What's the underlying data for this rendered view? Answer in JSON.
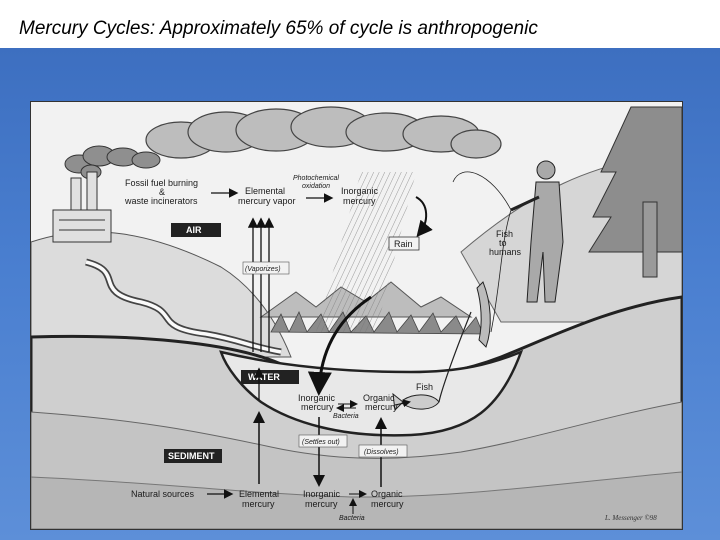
{
  "slide": {
    "title": "Mercury Cycles:  Approximately 65% of cycle is anthropogenic"
  },
  "diagram": {
    "zones": {
      "air": "AIR",
      "water": "WATER",
      "sediment": "SEDIMENT"
    },
    "labels": {
      "fossil_fuel_1": "Fossil fuel burning",
      "fossil_fuel_2": "&",
      "fossil_fuel_3": "waste incinerators",
      "elemental_vapor_1": "Elemental",
      "elemental_vapor_2": "mercury vapor",
      "photochemical_1": "Photochemical",
      "photochemical_2": "oxidation",
      "inorganic_air_1": "Inorganic",
      "inorganic_air_2": "mercury",
      "rain": "Rain",
      "fish_humans_1": "Fish",
      "fish_humans_2": "to",
      "fish_humans_3": "humans",
      "vaporizes": "(Vaporizes)",
      "fish": "Fish",
      "inorganic_water_1": "Inorganic",
      "inorganic_water_2": "mercury",
      "organic_water_1": "Organic",
      "organic_water_2": "mercury",
      "bacteria_water": "Bacteria",
      "settles_out": "(Settles out)",
      "dissolves": "(Dissolves)",
      "natural_sources": "Natural sources",
      "elemental_sed_1": "Elemental",
      "elemental_sed_2": "mercury",
      "inorganic_sed_1": "Inorganic",
      "inorganic_sed_2": "mercury",
      "organic_sed_1": "Organic",
      "organic_sed_2": "mercury",
      "bacteria_sed": "Bacteria",
      "signature": "L. Messenger ©98"
    }
  },
  "colors": {
    "sky_blue": "#4a7fd0",
    "label_box": "#222222"
  }
}
